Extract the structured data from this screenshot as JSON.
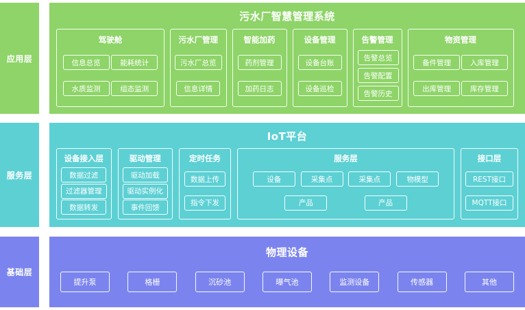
{
  "layers": [
    {
      "label": "应用层",
      "title": "污水厂智慧管理系统",
      "color": "#8ed468",
      "groups": [
        {
          "title": "驾驶舱",
          "items": [
            "信息总览",
            "能耗统计",
            "水质监测",
            "组态监测"
          ]
        },
        {
          "title": "污水厂管理",
          "items": [
            "污水厂总览",
            "信息详情"
          ]
        },
        {
          "title": "智能加药",
          "items": [
            "药剂管理",
            "加药日志"
          ]
        },
        {
          "title": "设备管理",
          "items": [
            "设备台账",
            "设备巡检"
          ]
        },
        {
          "title": "告警管理",
          "items": [
            "告警总览",
            "告警配置",
            "告警历史"
          ]
        },
        {
          "title": "物资管理",
          "items": [
            "备件管理",
            "入库管理",
            "出库管理",
            "库存管理"
          ]
        }
      ]
    },
    {
      "label": "服务层",
      "title": "IoT平台",
      "color": "#5dd0d4",
      "groups": [
        {
          "title": "设备接入层",
          "items": [
            "数据过滤",
            "过滤器管理",
            "数据转发"
          ]
        },
        {
          "title": "驱动管理",
          "items": [
            "驱动加载",
            "驱动实例化",
            "事件回馈"
          ]
        },
        {
          "title": "定时任务",
          "items": [
            "数据上传",
            "指令下发"
          ]
        },
        {
          "title": "服务层",
          "items": [
            "设备",
            "采集点",
            "采集点",
            "物模型",
            "产品",
            "产品"
          ]
        },
        {
          "title": "接口层",
          "items": [
            "REST接口",
            "MQTT接口"
          ]
        }
      ]
    },
    {
      "label": "基础层",
      "title": "物理设备",
      "color": "#7b84ee",
      "items": [
        "提升泵",
        "格栅",
        "沉砂池",
        "曝气池",
        "监测设备",
        "传感器",
        "其他"
      ]
    }
  ]
}
